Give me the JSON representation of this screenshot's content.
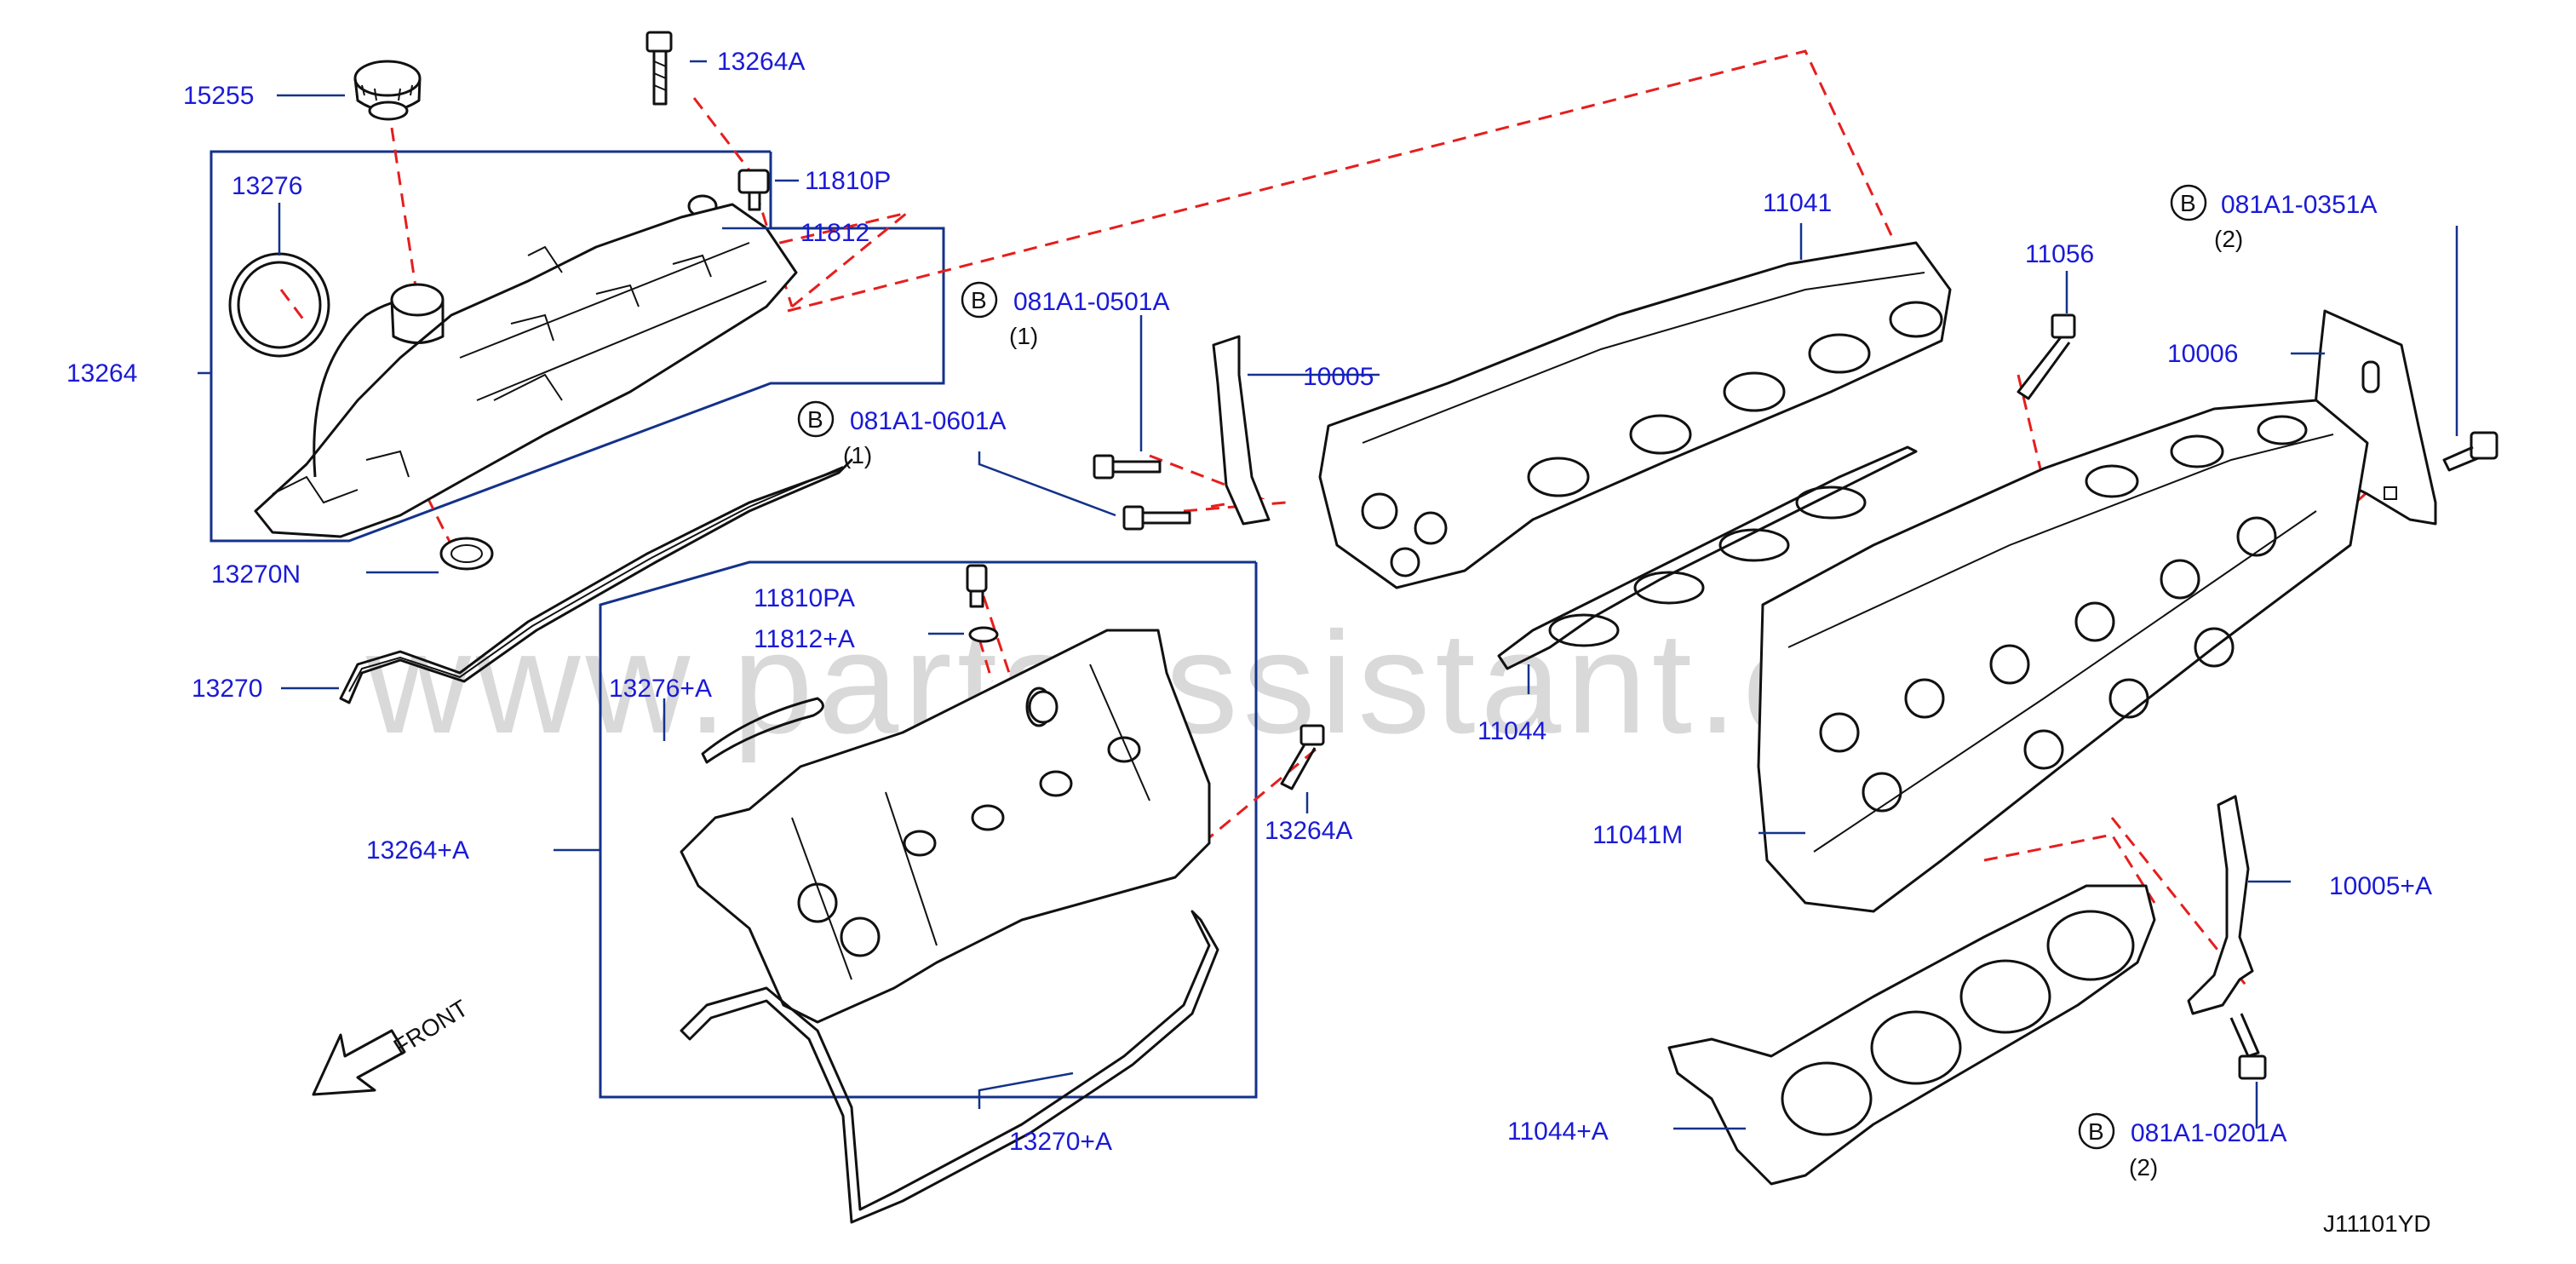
{
  "watermark": "www.partsassistant.com",
  "diagram_code": "J11101YD",
  "direction_label": "FRONT",
  "labels": {
    "p15255": "15255",
    "p13264A_top": "13264A",
    "p13276": "13276",
    "p11810P": "11810P",
    "p11812": "11812",
    "p13264": "13264",
    "p13270N": "13270N",
    "p13270": "13270",
    "p11041": "11041",
    "p11056": "11056",
    "p10005": "10005",
    "p10006": "10006",
    "p11044": "11044",
    "p11810PA": "11810PA",
    "p11812A": "11812+A",
    "p13276A": "13276+A",
    "p13264plusA": "13264+A",
    "p13264A_mid": "13264A",
    "p13270A": "13270+A",
    "p11041M": "11041M",
    "p10005A": "10005+A",
    "p11044A": "11044+A"
  },
  "bolt_refs": [
    {
      "circle": "B",
      "code": "081A1-0351A",
      "qty": "(2)"
    },
    {
      "circle": "B",
      "code": "081A1-0501A",
      "qty": "(1)"
    },
    {
      "circle": "B",
      "code": "081A1-0601A",
      "qty": "(1)"
    },
    {
      "circle": "B",
      "code": "081A1-0201A",
      "qty": "(2)"
    }
  ],
  "colors": {
    "label_text": "#1a1ad6",
    "leader_line": "#13328a",
    "dashed_line": "#e61e1e",
    "drawing": "#111111",
    "watermark": "#d9d9d9"
  }
}
